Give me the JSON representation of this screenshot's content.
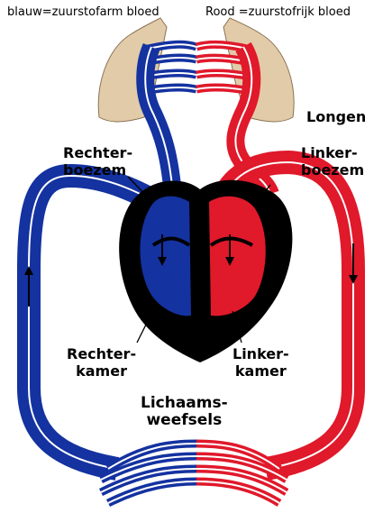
{
  "legend": {
    "blue_text": "blauw=zuurstofarm bloed",
    "red_text": "Rood =zuurstofrijk bloed"
  },
  "labels": {
    "lungs": "Longen",
    "right_atrium_1": "Rechter-",
    "right_atrium_2": "boezem",
    "left_atrium_1": "Linker-",
    "left_atrium_2": "boezem",
    "right_ventricle_1": "Rechter-",
    "right_ventricle_2": "kamer",
    "left_ventricle_1": "Linker-",
    "left_ventricle_2": "kamer",
    "tissue_1": "Lichaams-",
    "tissue_2": "weefsels"
  },
  "colors": {
    "oxygen_poor": "#1432a0",
    "oxygen_rich": "#e0192b",
    "lungs": "#e2cba8",
    "heart": "#000000",
    "background": "#ffffff"
  }
}
